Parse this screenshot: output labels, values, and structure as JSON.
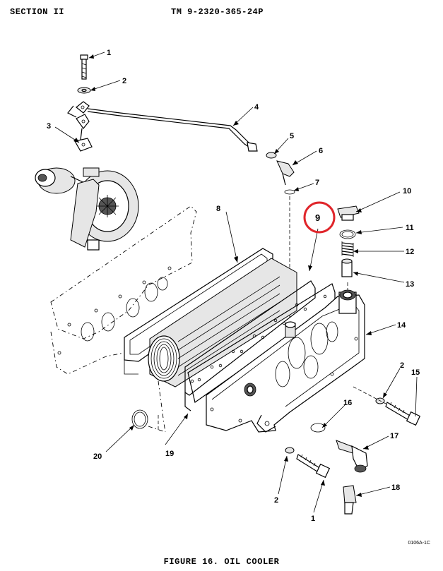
{
  "header": {
    "section": "SECTION II",
    "tm": "TM 9-2320-365-24P"
  },
  "figure_caption": "FIGURE 16.  OIL COOLER",
  "drawing_code": "0106A-1C",
  "callouts": {
    "c1": "1",
    "c2": "2",
    "c3": "3",
    "c4": "4",
    "c5": "5",
    "c6": "6",
    "c7": "7",
    "c8": "8",
    "c9": "9",
    "c10": "10",
    "c11": "11",
    "c12": "12",
    "c13": "13",
    "c14": "14",
    "c2b": "2",
    "c15": "15",
    "c16": "16",
    "c17": "17",
    "c18": "18",
    "c19": "19",
    "c20": "20",
    "c2c": "2",
    "c1b": "1"
  },
  "highlight_color": "#e0262b"
}
